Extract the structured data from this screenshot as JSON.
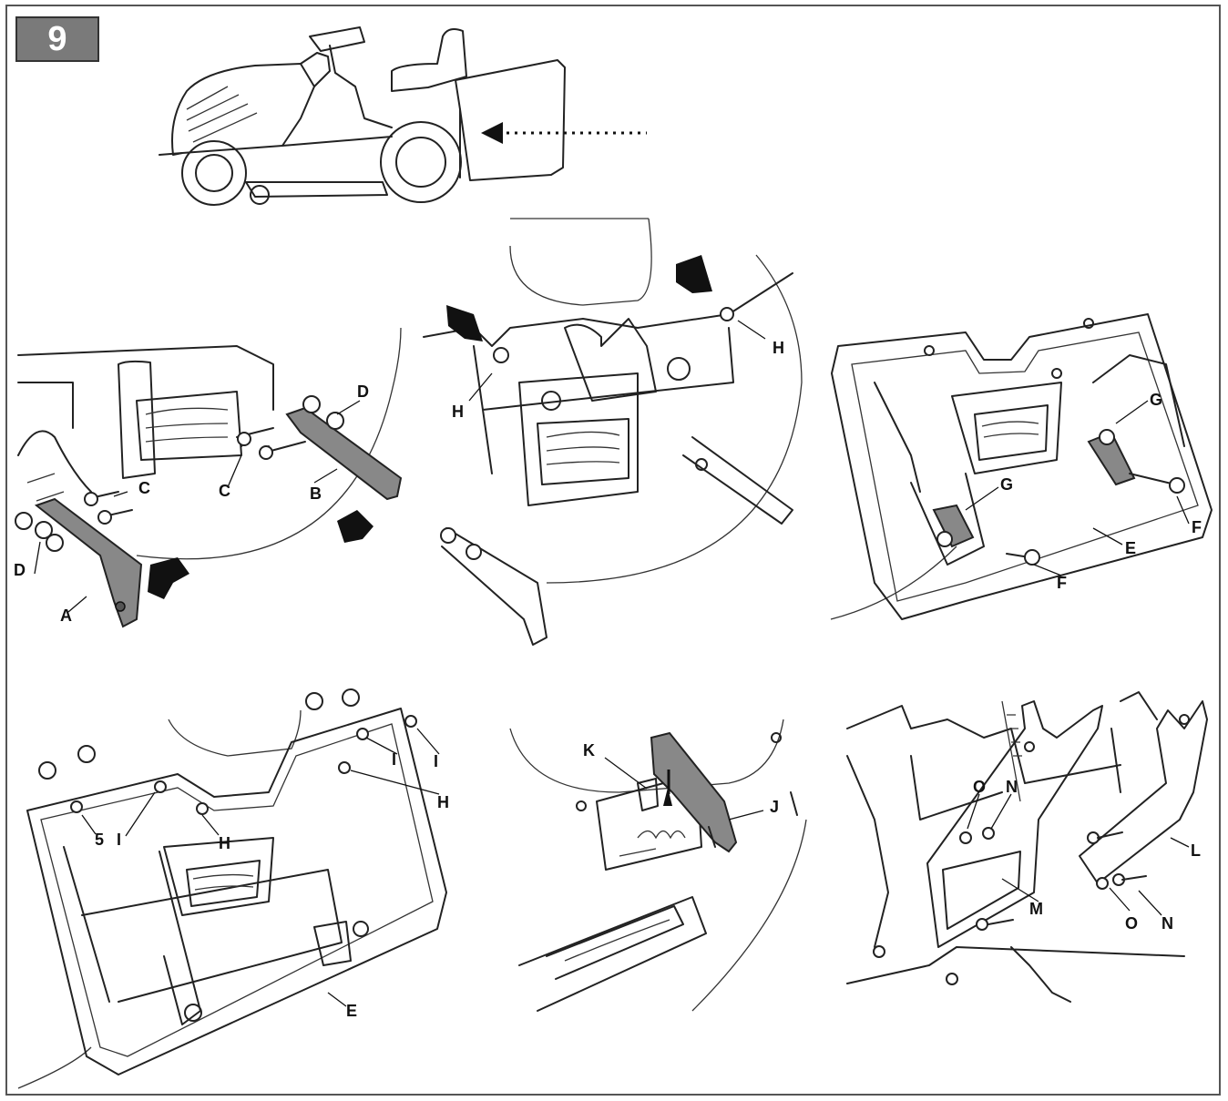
{
  "step": "9",
  "panels": [
    {
      "id": "tractor",
      "labels": []
    },
    {
      "id": "brackets",
      "labels": [
        "D",
        "C",
        "C",
        "B",
        "D",
        "A"
      ]
    },
    {
      "id": "hitch",
      "labels": [
        "H",
        "H"
      ]
    },
    {
      "id": "plate-front",
      "labels": [
        "G",
        "G",
        "F",
        "F",
        "E"
      ]
    },
    {
      "id": "plate-back",
      "labels": [
        "I",
        "I",
        "H",
        "5",
        "I",
        "H",
        "E"
      ]
    },
    {
      "id": "latch",
      "labels": [
        "K",
        "J"
      ]
    },
    {
      "id": "frame",
      "labels": [
        "O",
        "N",
        "L",
        "M",
        "O",
        "N"
      ]
    }
  ]
}
